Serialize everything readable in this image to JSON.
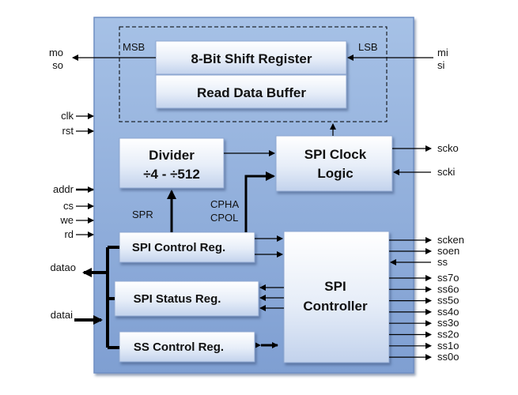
{
  "blocks": {
    "shift_register": "8-Bit Shift Register",
    "read_buffer": "Read Data Buffer",
    "divider_title": "Divider",
    "divider_range": "÷4 - ÷512",
    "clock_logic_line1": "SPI Clock",
    "clock_logic_line2": "Logic",
    "control_reg": "SPI Control Reg.",
    "status_reg": "SPI Status Reg.",
    "ss_reg": "SS Control Reg.",
    "controller_line1": "SPI",
    "controller_line2": "Controller"
  },
  "internal_labels": {
    "msb": "MSB",
    "lsb": "LSB",
    "spr": "SPR",
    "cpha": "CPHA",
    "cpol": "CPOL"
  },
  "left_pins": {
    "mo": "mo",
    "so": "so",
    "clk": "clk",
    "rst": "rst",
    "addr": "addr",
    "cs": "cs",
    "we": "we",
    "rd": "rd",
    "datao": "datao",
    "datai": "datai"
  },
  "right_pins": {
    "mi": "mi",
    "si": "si",
    "scko": "scko",
    "scki": "scki",
    "scken": "scken",
    "soen": "soen",
    "ss": "ss",
    "ss_outputs": [
      "ss7o",
      "ss6o",
      "ss5o",
      "ss4o",
      "ss3o",
      "ss2o",
      "ss1o",
      "ss0o"
    ]
  },
  "colors": {
    "outer_fill": "#8eaedb",
    "outer_border": "#6f8fc4",
    "block_top": "#ffffff",
    "block_bottom": "#c7d6ee",
    "block_border": "#8fa8d2",
    "wire": "#000000"
  }
}
